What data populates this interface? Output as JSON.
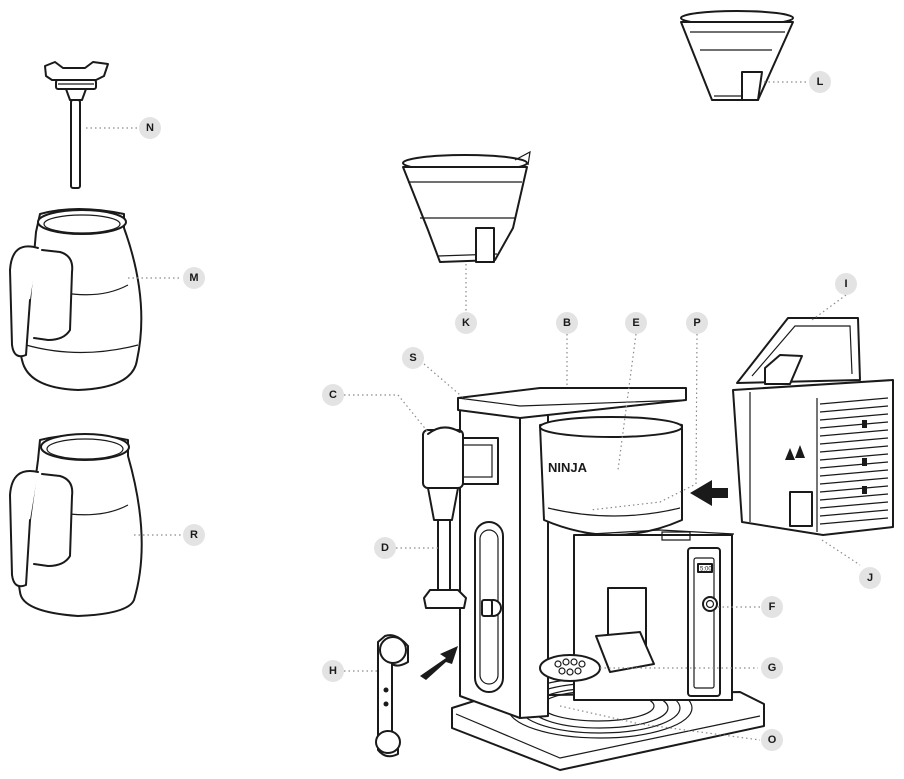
{
  "brand_logo": "NINJA",
  "display_text": "5:00",
  "colors": {
    "line": "#1a1a1a",
    "badge": "#e3e3e3",
    "leader": "#8a8a8a"
  },
  "labels": {
    "N": "N",
    "M": "M",
    "R": "R",
    "L": "L",
    "K": "K",
    "B": "B",
    "E": "E",
    "P": "P",
    "I": "I",
    "S": "S",
    "C": "C",
    "D": "D",
    "F": "F",
    "G": "G",
    "H": "H",
    "J": "J",
    "O": "O"
  }
}
